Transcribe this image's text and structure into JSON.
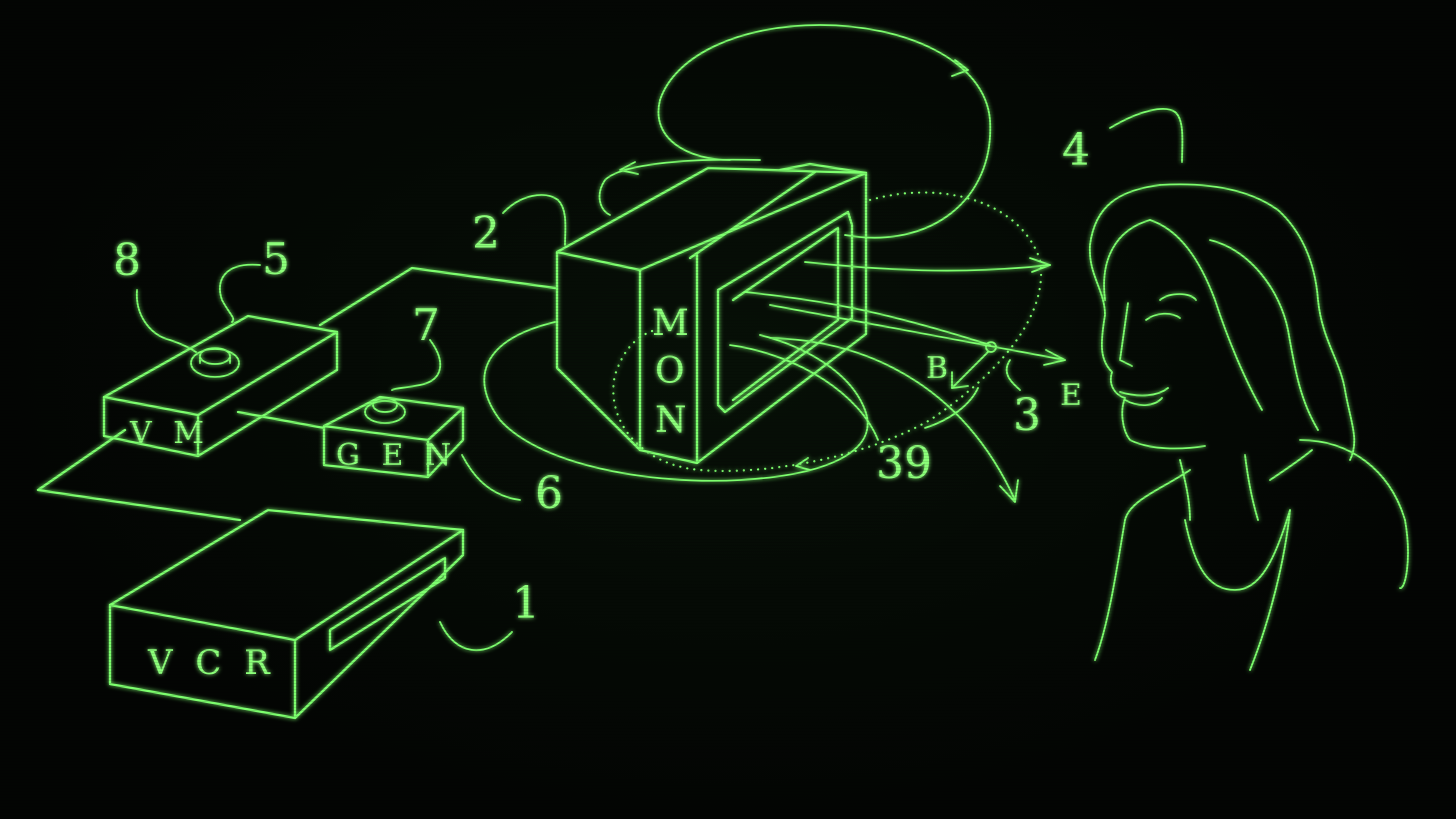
{
  "colors": {
    "line": "#7dff6e",
    "background": "#030503"
  },
  "devices": {
    "vcr": "V C R",
    "vm": "V M",
    "gen": "G E N",
    "mon": [
      "M",
      "O",
      "N"
    ]
  },
  "callouts": {
    "n1": "1",
    "n2": "2",
    "n3": "3",
    "n4": "4",
    "n5": "5",
    "n6": "6",
    "n7": "7",
    "n8": "8",
    "n39": "39"
  },
  "markers": {
    "b": "B",
    "e": "E"
  }
}
